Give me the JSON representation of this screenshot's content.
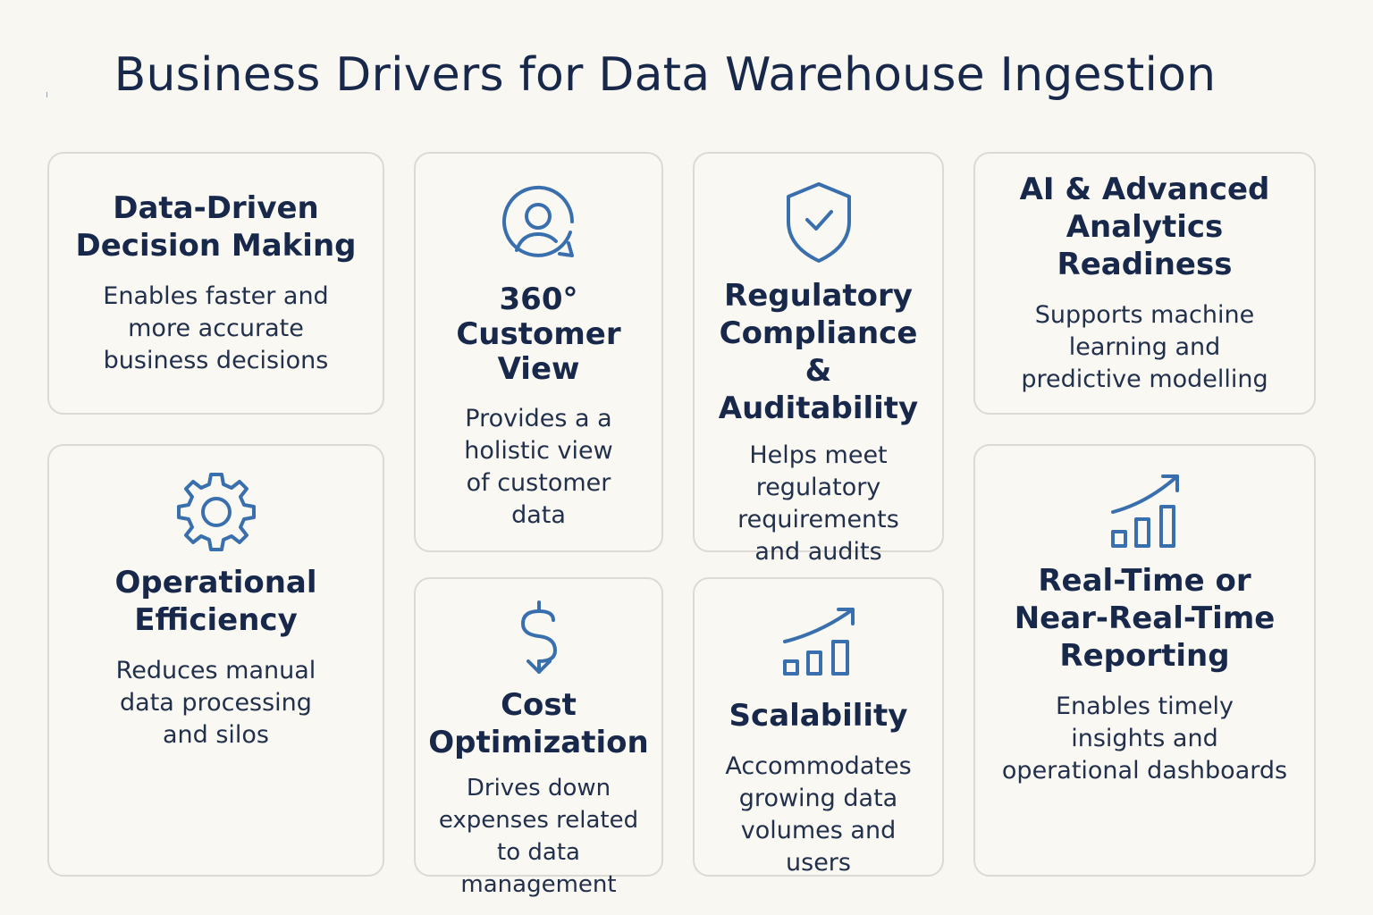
{
  "title": "Business Drivers for Data Warehouse Ingestion",
  "colors": {
    "background": "#f9f7f1",
    "card_border": "#dcdad3",
    "heading": "#18284a",
    "icon": "#3a6fad"
  },
  "cards": [
    {
      "title": "Data-Driven\nDecision Making",
      "description": "Enables faster and\nmore accurate\nbusiness decisions",
      "icon": "none"
    },
    {
      "title": "360° Customer\nView",
      "description": "Provides a a\nholistic view\nof customer\ndata",
      "icon": "user-circle-icon"
    },
    {
      "title": "Regulatory\nCompliance &\nAuditability",
      "description": "Helps meet\nregulatory\nrequirements\nand audits",
      "icon": "shield-check-icon"
    },
    {
      "title": "AI & Advanced\nAnalytics Readiness",
      "description": "Supports machine\nlearning and\npredictive modelling",
      "icon": "none"
    },
    {
      "title": "Operational\nEfficiency",
      "description": "Reduces manual\ndata processing\nand silos",
      "icon": "gear-icon"
    },
    {
      "title": "Cost\nOptimization",
      "description": "Drives down\nexpenses related\nto data management",
      "icon": "dollar-down-icon"
    },
    {
      "title": "Scalability",
      "description": "Accommodates\ngrowing data\nvolumes and users",
      "icon": "growth-chart-icon"
    },
    {
      "title": "Real-Time or\nNear-Real-Time\nReporting",
      "description": "Enables timely\ninsights and\noperational dashboards",
      "icon": "growth-chart-icon"
    }
  ]
}
